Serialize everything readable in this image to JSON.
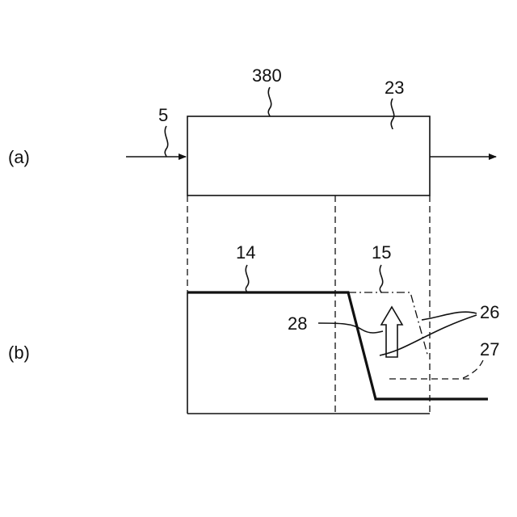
{
  "panels": {
    "a": {
      "label": "(a)"
    },
    "b": {
      "label": "(b)"
    }
  },
  "refs": {
    "input": "5",
    "body": "380",
    "element": "23",
    "base_profile": "14",
    "raised_profile": "15",
    "leader_26": "26",
    "threshold": "27",
    "shift": "28"
  }
}
